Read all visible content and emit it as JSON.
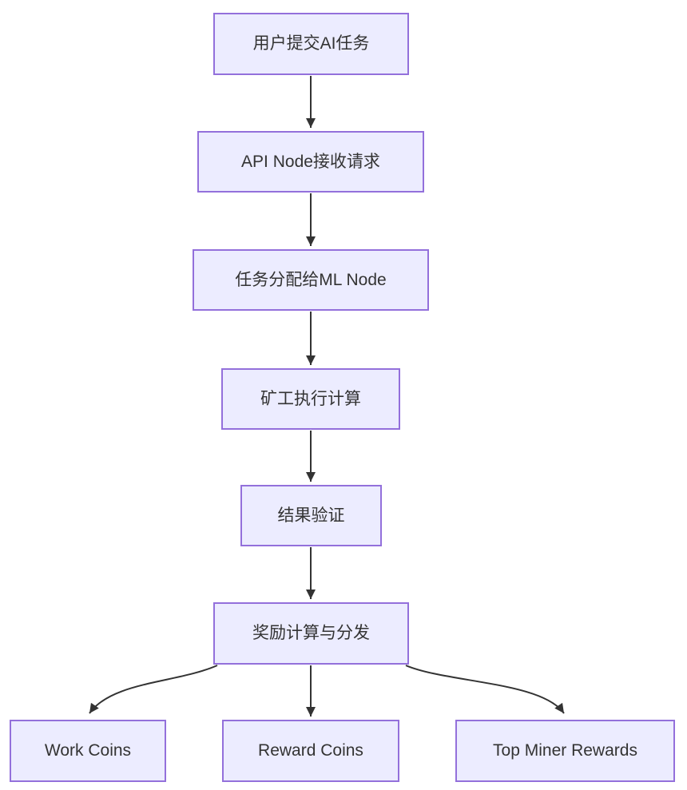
{
  "diagram": {
    "type": "flowchart",
    "direction": "top-to-bottom",
    "nodes": [
      {
        "id": "A",
        "label": "用户提交AI任务"
      },
      {
        "id": "B",
        "label": "API Node接收请求"
      },
      {
        "id": "C",
        "label": "任务分配给ML Node"
      },
      {
        "id": "D",
        "label": "矿工执行计算"
      },
      {
        "id": "E",
        "label": "结果验证"
      },
      {
        "id": "F",
        "label": "奖励计算与分发"
      },
      {
        "id": "G",
        "label": "Work Coins"
      },
      {
        "id": "H",
        "label": "Reward Coins"
      },
      {
        "id": "I",
        "label": "Top Miner Rewards"
      }
    ],
    "edges": [
      {
        "from": "用户提交AI任务",
        "to": "API Node接收请求"
      },
      {
        "from": "API Node接收请求",
        "to": "任务分配给ML Node"
      },
      {
        "from": "任务分配给ML Node",
        "to": "矿工执行计算"
      },
      {
        "from": "矿工执行计算",
        "to": "结果验证"
      },
      {
        "from": "结果验证",
        "to": "奖励计算与分发"
      },
      {
        "from": "奖励计算与分发",
        "to": "Work Coins"
      },
      {
        "from": "奖励计算与分发",
        "to": "Reward Coins"
      },
      {
        "from": "奖励计算与分发",
        "to": "Top Miner Rewards"
      }
    ],
    "colors": {
      "node_fill": "#ECECFF",
      "node_border": "#9370DB",
      "text": "#333333",
      "edge": "#333333",
      "background": "#FFFFFF"
    }
  }
}
